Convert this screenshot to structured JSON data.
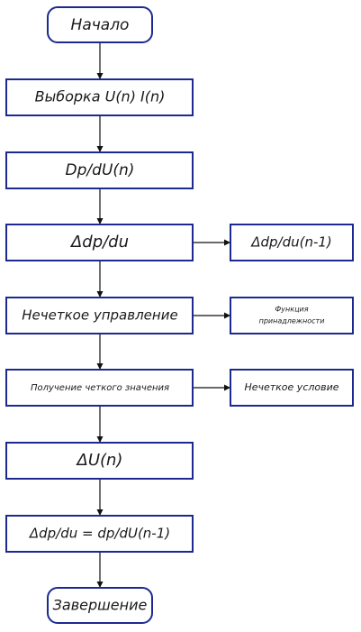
{
  "flowchart": {
    "start": "Начало",
    "sampling": "Выборка U(n) I(n)",
    "derivative": "Dp/dU(n)",
    "delta": "Δdp/du",
    "delta_prev": "Δdp/du(n-1)",
    "fuzzy_control": "Нечеткое управление",
    "membership_line1": "Функция",
    "membership_line2": "принадлежности",
    "defuzzify": "Получение четкого значения",
    "fuzzy_condition": "Нечеткое условие",
    "delta_u": "ΔU(n)",
    "update": "Δdp/du = dp/dU(n-1)",
    "end": "Завершение"
  },
  "colors": {
    "box_border": "#1c2a8f",
    "line": "#111111",
    "text": "#1a1a1a"
  }
}
